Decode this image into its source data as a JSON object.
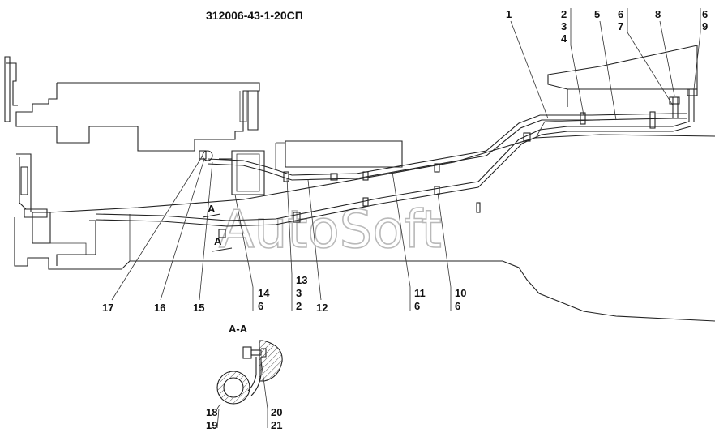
{
  "title": "312006-43-1-20СП",
  "watermark": "AutoSoft",
  "section_label": "А-А",
  "section_marks": [
    "А",
    "А"
  ],
  "top_callouts": [
    "1",
    "2",
    "3",
    "4",
    "5",
    "6",
    "7",
    "8",
    "6",
    "9"
  ],
  "bottom_callouts": [
    "17",
    "16",
    "15",
    "14",
    "6",
    "13",
    "3",
    "2",
    "12",
    "11",
    "6",
    "10",
    "6"
  ],
  "detail_callouts": [
    "18",
    "19",
    "20",
    "21"
  ],
  "colors": {
    "line": "#222222",
    "watermark": "#b9b9b9",
    "hatch": "#555555"
  }
}
